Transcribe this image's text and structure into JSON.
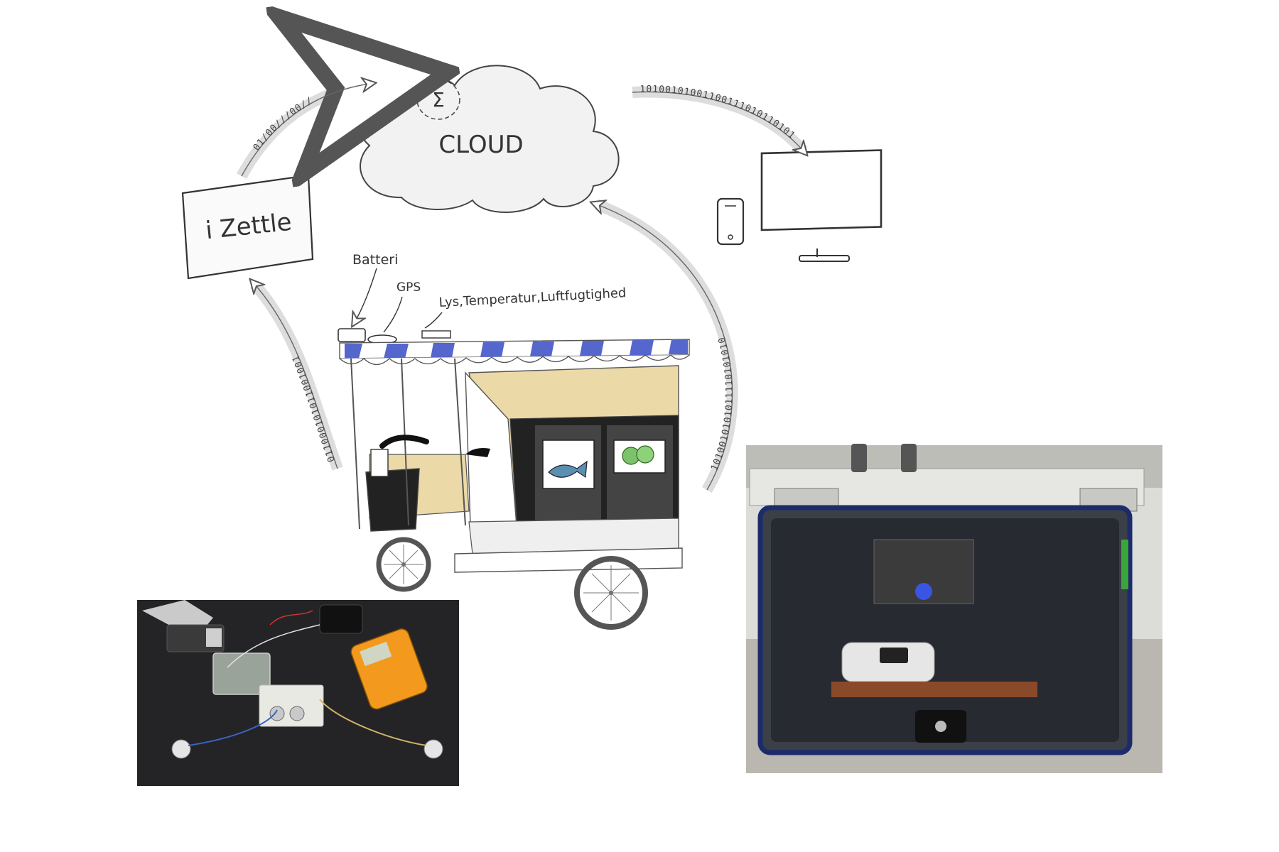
{
  "cloud": {
    "label": "CLOUD",
    "symbol": "Σ"
  },
  "izettle": {
    "label": "i Zettle"
  },
  "sensors": {
    "battery": "Batteri",
    "gps": "GPS",
    "environment": "Lys,Temperatur,Luftfugtighed"
  },
  "data_streams": {
    "izettle_to_cloud": "01/00///00//",
    "cloud_to_devices": "10100101001100111010110101",
    "cart_to_cloud": "1010010101011110101010",
    "cart_to_izettle": "011000101011001001"
  },
  "colors": {
    "awning_blue": "#5566cc",
    "cart_panel": "#ecd9a8",
    "cloud_fill": "#f2f2f2",
    "display_frame": "#333333"
  },
  "photos": [
    {
      "name": "electronics-prototype-photo",
      "subject": "breadboard"
    },
    {
      "name": "sensor-enclosure-photo",
      "subject": "enclosure"
    }
  ]
}
